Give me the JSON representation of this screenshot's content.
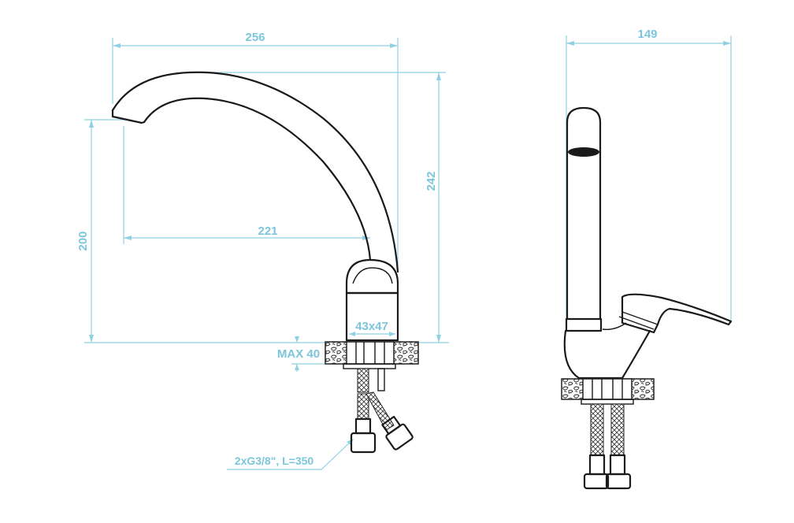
{
  "title": "Faucet dimension drawing",
  "colors": {
    "dimension": "#8fd0e2",
    "outline": "#1a1a1a"
  },
  "dimensions": {
    "overall_width": "256",
    "height": "242",
    "spout_height": "200",
    "spout_reach": "221",
    "base_size": "43x47",
    "max_counter_thickness": "MAX 40",
    "hoses": "2xG3/8\", L=350",
    "side_width": "149"
  }
}
